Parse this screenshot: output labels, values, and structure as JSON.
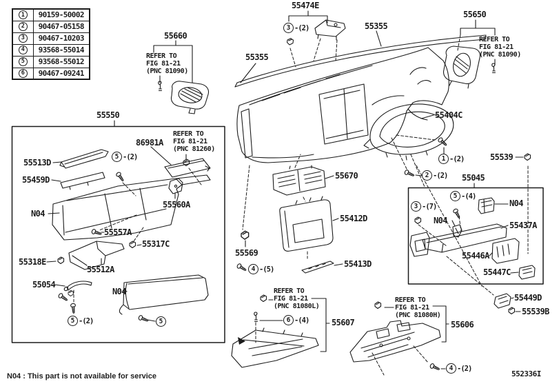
{
  "fastener_table": {
    "rows": [
      {
        "num": "1",
        "part": "90159-50002"
      },
      {
        "num": "2",
        "part": "90467-05158"
      },
      {
        "num": "3",
        "part": "90467-10203"
      },
      {
        "num": "4",
        "part": "93568-55014"
      },
      {
        "num": "5",
        "part": "93568-55012"
      },
      {
        "num": "6",
        "part": "90467-09241"
      }
    ]
  },
  "labels": {
    "l55474e": "55474E",
    "l55355": "55355",
    "l55650": "55650",
    "l55660": "55660",
    "l55550": "55550",
    "l86981a": "86981A",
    "l55513d": "55513D",
    "l55459d": "55459D",
    "n04": "N04",
    "l55560a": "55560A",
    "l55557a": "55557A",
    "l55317c": "55317C",
    "l55318e": "55318E",
    "l55512a": "55512A",
    "l55054": "55054",
    "l55569": "55569",
    "l55670": "55670",
    "l55412d": "55412D",
    "l55413d": "55413D",
    "l55404c": "55404C",
    "l55539": "55539",
    "l55045": "55045",
    "l55437a": "55437A",
    "l55446a": "55446A",
    "l55447c": "55447C",
    "l55449d": "55449D",
    "l55539b": "55539B",
    "l55607": "55607",
    "l55606": "55606"
  },
  "refer_notes": {
    "left_vent": {
      "l1": "REFER TO",
      "l2": "FIG 81-21",
      "l3": "(PNC 81090)"
    },
    "right_vent": {
      "l1": "REFER TO",
      "l2": "FIG 81-21",
      "l3": "(PNC 81090)"
    },
    "card_holder": {
      "l1": "REFER TO",
      "l2": "FIG 81-21",
      "l3": "(PNC 81260)"
    },
    "driver_lower": {
      "l1": "REFER TO",
      "l2": "FIG 81-21",
      "l3": "(PNC 81080L)"
    },
    "passenger_lower": {
      "l1": "REFER TO",
      "l2": "FIG 81-21",
      "l3": "(PNC 81080H)"
    }
  },
  "callouts": {
    "c3_top": {
      "num": "3",
      "qty": "-(2)"
    },
    "c5_box": {
      "num": "5",
      "qty": "-(2)"
    },
    "c5_rod": {
      "num": "5",
      "qty": "-(2)"
    },
    "c5_door": {
      "num": "5",
      "qty": ""
    },
    "c4_center": {
      "num": "4",
      "qty": "-(5)"
    },
    "c1": {
      "num": "1",
      "qty": "-(2)"
    },
    "c2": {
      "num": "2",
      "qty": "-(2)"
    },
    "c3_45": {
      "num": "3",
      "qty": "-(7)"
    },
    "c5_45": {
      "num": "5",
      "qty": "-(4)"
    },
    "c6": {
      "num": "6",
      "qty": "-(4)"
    },
    "c4_pass": {
      "num": "4",
      "qty": "-(2)"
    }
  },
  "footer": {
    "note": "N04 : This part is not available for service",
    "diagram_code": "552336I"
  },
  "colors": {
    "line": "#1b1b1b",
    "background": "#ffffff"
  }
}
